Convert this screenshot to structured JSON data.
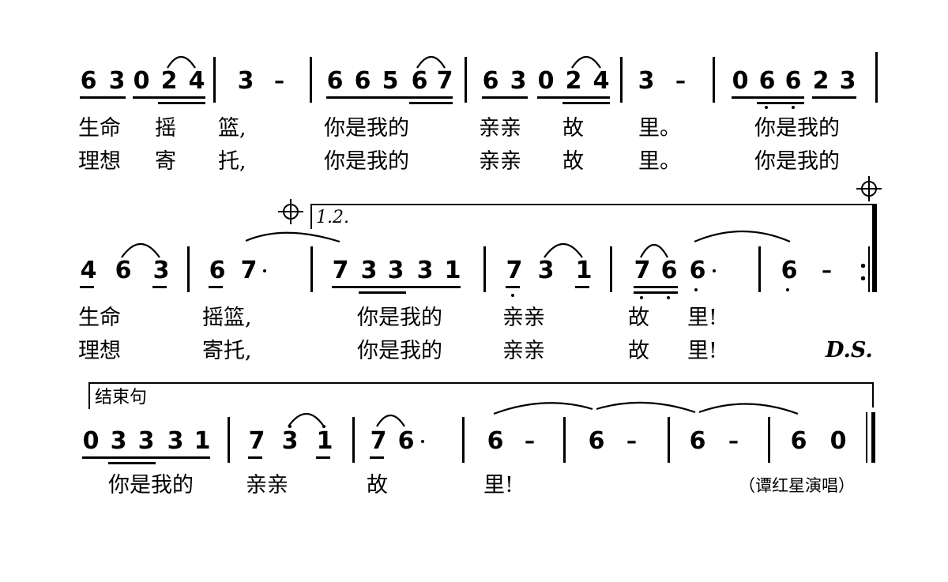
{
  "row1": {
    "notes": [
      "6",
      "3",
      "0",
      "2",
      "4",
      "3",
      "–",
      "6",
      "6",
      "5",
      "6",
      "7",
      "6",
      "3",
      "0",
      "2",
      "4",
      "3",
      "–",
      "0",
      "6",
      "6",
      "2",
      "3"
    ],
    "lyrics1": [
      "生命",
      "摇",
      "篮,",
      "你是我的",
      "亲亲",
      "故",
      "里。",
      "你是我的"
    ],
    "lyrics2": [
      "理想",
      "寄",
      "托,",
      "你是我的",
      "亲亲",
      "故",
      "里。",
      "你是我的"
    ]
  },
  "row2": {
    "volta": "1.2.",
    "notes": [
      "4",
      "6",
      "3",
      "6",
      "7",
      "7",
      "3",
      "3",
      "3",
      "1",
      "7",
      "3",
      "1",
      "7",
      "6",
      "6",
      "6",
      "–"
    ],
    "lyrics1": [
      "生命",
      "摇篮,",
      "你是我的",
      "亲亲",
      "故",
      "里!"
    ],
    "lyrics2": [
      "理想",
      "寄托,",
      "你是我的",
      "亲亲",
      "故",
      "里!"
    ],
    "ds": "D.S."
  },
  "row3": {
    "ending_label": "结束句",
    "notes": [
      "0",
      "3",
      "3",
      "3",
      "1",
      "7",
      "3",
      "1",
      "7",
      "6",
      "6",
      "–",
      "6",
      "–",
      "6",
      "–",
      "6",
      "0"
    ],
    "lyrics": [
      "你是我的",
      "亲亲",
      "故",
      "里!"
    ],
    "credit": "（谭红星演唱）"
  },
  "symbols": {
    "segno_icon": "coda-sign"
  }
}
